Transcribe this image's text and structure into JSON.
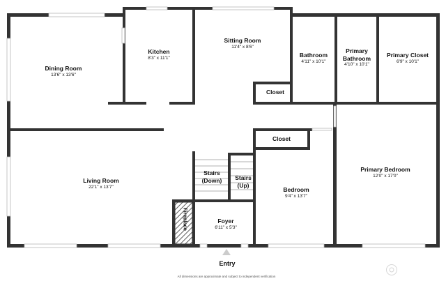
{
  "rooms": {
    "dining": {
      "name": "Dining Room",
      "dims": "13'6\" x 13'6\""
    },
    "kitchen": {
      "name": "Kitchen",
      "dims": "8'3\" x 11'1\""
    },
    "sitting": {
      "name": "Sitting Room",
      "dims": "11'4\" x 8'6\""
    },
    "closet_sitting": {
      "name": "Closet"
    },
    "bathroom": {
      "name": "Bathroom",
      "dims": "4'11\" x 10'1\""
    },
    "primary_bathroom": {
      "name_line1": "Primary",
      "name_line2": "Bathroom",
      "dims": "4'10\" x 10'1\""
    },
    "primary_closet": {
      "name": "Primary Closet",
      "dims": "6'9\" x 10'1\""
    },
    "closet_bedroom": {
      "name": "Closet"
    },
    "living": {
      "name": "Living Room",
      "dims": "22'1\" x 13'7\""
    },
    "stairs_down": {
      "line1": "Stairs",
      "line2": "(Down)"
    },
    "stairs_up": {
      "line1": "Stairs",
      "line2": "(Up)"
    },
    "bedroom": {
      "name": "Bedroom",
      "dims": "9'4\" x 13'7\""
    },
    "primary_bedroom": {
      "name": "Primary Bedroom",
      "dims": "12'0\" x 17'0\""
    },
    "foyer": {
      "name": "Foyer",
      "dims": "6'11\" x 5'3\""
    },
    "fireplace": {
      "name": "Fireplace"
    }
  },
  "entry": {
    "label": "Entry"
  },
  "footer": {
    "note": "All dimensions are approximate and subject to independent verification"
  },
  "colors": {
    "wall": "#333333",
    "window": "#b8b8b8",
    "background": "#ffffff",
    "text": "#111111"
  },
  "icons": {
    "entry_arrow": "triangle-up-icon",
    "watermark": "logo-mark-icon"
  }
}
